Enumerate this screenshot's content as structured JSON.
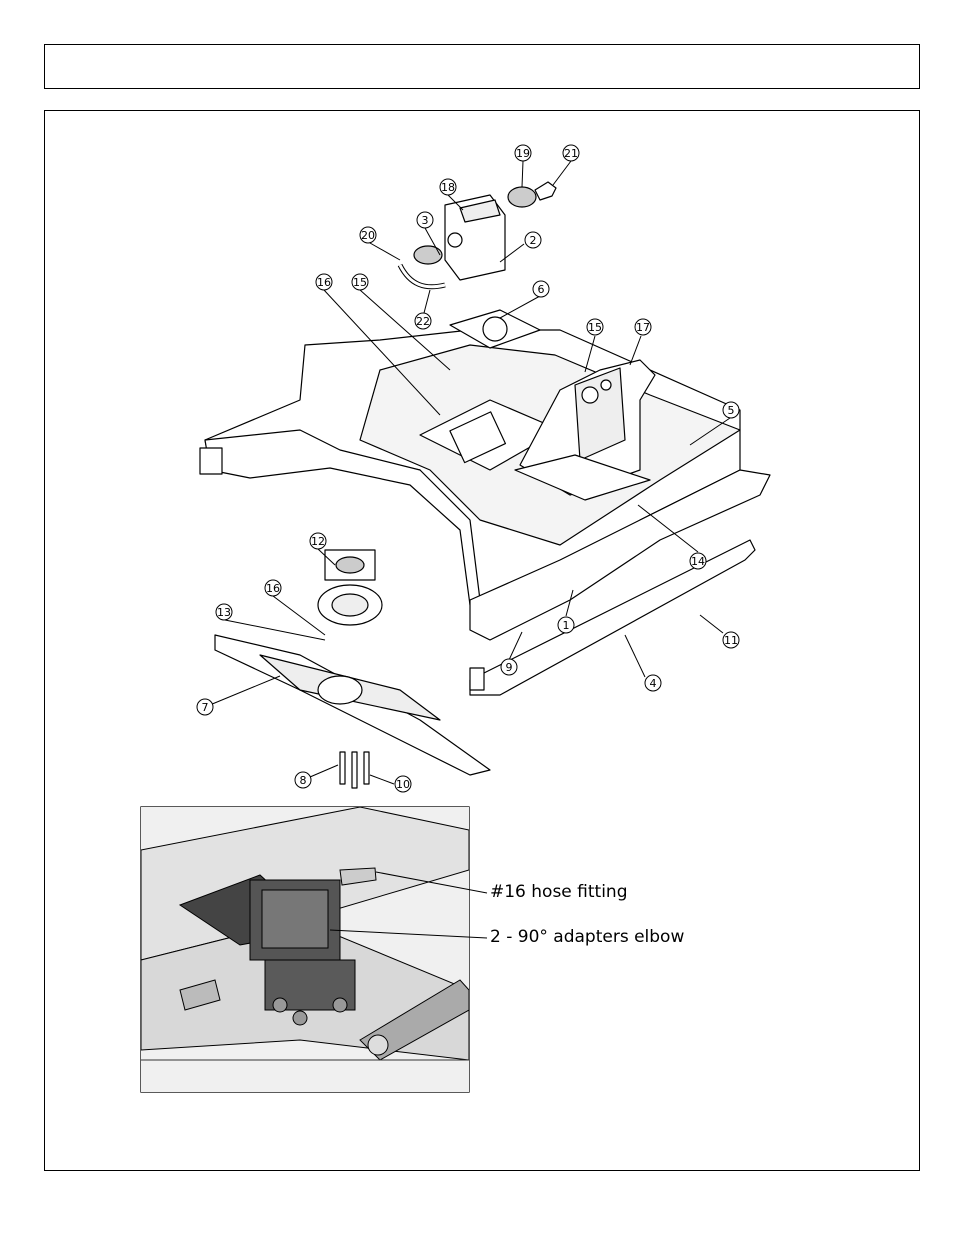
{
  "page": {
    "header_text": ""
  },
  "parts": {
    "balloons": [
      "19",
      "21",
      "18",
      "3",
      "20",
      "2",
      "16",
      "15",
      "6",
      "22",
      "15",
      "17",
      "5",
      "12",
      "16",
      "13",
      "14",
      "1",
      "11",
      "7",
      "9",
      "4",
      "8",
      "10"
    ]
  },
  "detail": {
    "callouts": [
      "#16 hose fitting",
      "2 - 90° adapters elbow"
    ]
  },
  "colors": {
    "line": "#000000",
    "fill": "#ffffff",
    "shade": "#e6e6e6",
    "dark": "#555555"
  }
}
